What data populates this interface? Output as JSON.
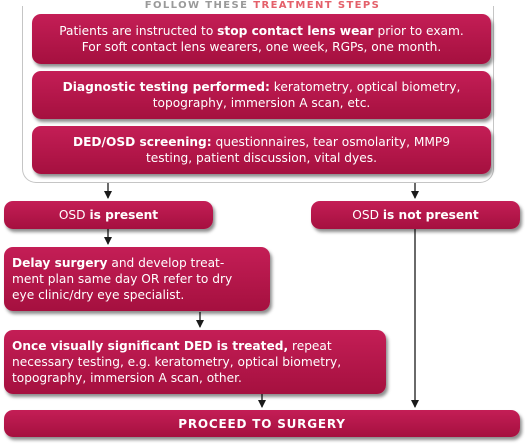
{
  "title": {
    "prefix": "FOLLOW THESE",
    "highlight": "TREATMENT STEPS"
  },
  "step_stop_lens": {
    "line1_pre": "Patients are instructed to ",
    "line1_bold": "stop contact lens wear",
    "line1_post": " prior to exam.",
    "line2": "For soft contact lens wearers, one week, RGPs, one month."
  },
  "step_diagnostic": {
    "line1_bold": "Diagnostic testing performed:",
    "line1_post": " keratometry, optical biometry,",
    "line2": "topography, immersion A scan, etc."
  },
  "step_ded_screening": {
    "line1_bold": "DED/OSD screening:",
    "line1_post": " questionnaires, tear osmolarity, MMP9",
    "line2": "testing, patient discussion, vital dyes."
  },
  "branch_present": {
    "pre": "OSD ",
    "bold": "is present"
  },
  "branch_not_present": {
    "pre": "OSD ",
    "bold": "is not present"
  },
  "step_delay": {
    "line1_bold": "Delay surgery",
    "line1_post": " and develop treat-",
    "line2": "ment plan same day OR refer to dry",
    "line3": "eye clinic/dry eye specialist."
  },
  "step_once_treated": {
    "line1_bold": "Once visually significant DED is treated,",
    "line1_post": " repeat",
    "line2": "necessary testing, e.g. keratometry, optical biometry,",
    "line3": "topography, immersion A scan, other."
  },
  "step_proceed": {
    "label": "PROCEED TO SURGERY"
  },
  "colors": {
    "box_top": "#c41e56",
    "box_bottom": "#a5103f",
    "title_gray": "#9a9a9a",
    "title_accent": "#e4606a",
    "frame": "#c5c5c5",
    "arrow": "#1a1a1a"
  }
}
